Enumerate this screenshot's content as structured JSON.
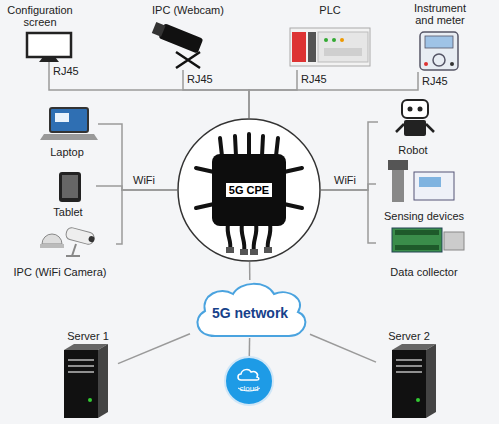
{
  "diagram": {
    "nodes": [
      {
        "text": [
          "Configuration screen"
        ]
      },
      {
        "text": [
          "IPC (Webcam)"
        ]
      },
      {
        "text": [
          "PLC"
        ]
      },
      {
        "text": [
          "Instrument and meter"
        ]
      },
      {
        "text": [
          "Laptop"
        ]
      },
      {
        "text": [
          "Tablet"
        ]
      },
      {
        "text": [
          "IPC (WiFi Camera)"
        ]
      },
      {
        "text": [
          "5G CPE"
        ]
      },
      {
        "text": [
          "Robot"
        ]
      },
      {
        "text": [
          "Sensing devices"
        ]
      },
      {
        "text": [
          "Data collector"
        ]
      },
      {
        "text": [
          "5G network"
        ]
      },
      {
        "text": [
          "Server 1"
        ]
      },
      {
        "text": [
          "cloud"
        ]
      },
      {
        "text": [
          "Server 2"
        ]
      }
    ],
    "edges": [
      {
        "from": 0,
        "to": 7,
        "label": "RJ45",
        "arrow": "none"
      },
      {
        "from": 1,
        "to": 7,
        "label": "RJ45",
        "arrow": "none"
      },
      {
        "from": 2,
        "to": 7,
        "label": "RJ45",
        "arrow": "none"
      },
      {
        "from": 3,
        "to": 7,
        "label": "RJ45",
        "arrow": "none"
      },
      {
        "from": 4,
        "to": 7,
        "arrow": "none"
      },
      {
        "from": 5,
        "to": 7,
        "label": "WiFi",
        "arrow": "none"
      },
      {
        "from": 6,
        "to": 7,
        "arrow": "none"
      },
      {
        "from": 8,
        "to": 7,
        "arrow": "none"
      },
      {
        "from": 9,
        "to": 7,
        "label": "WiFi",
        "arrow": "none"
      },
      {
        "from": 10,
        "to": 7,
        "arrow": "none"
      },
      {
        "from": 7,
        "to": 11,
        "arrow": "none"
      },
      {
        "from": 11,
        "to": 12,
        "arrow": "none"
      },
      {
        "from": 11,
        "to": 13,
        "arrow": "none"
      },
      {
        "from": 11,
        "to": 14,
        "arrow": "none"
      }
    ]
  }
}
